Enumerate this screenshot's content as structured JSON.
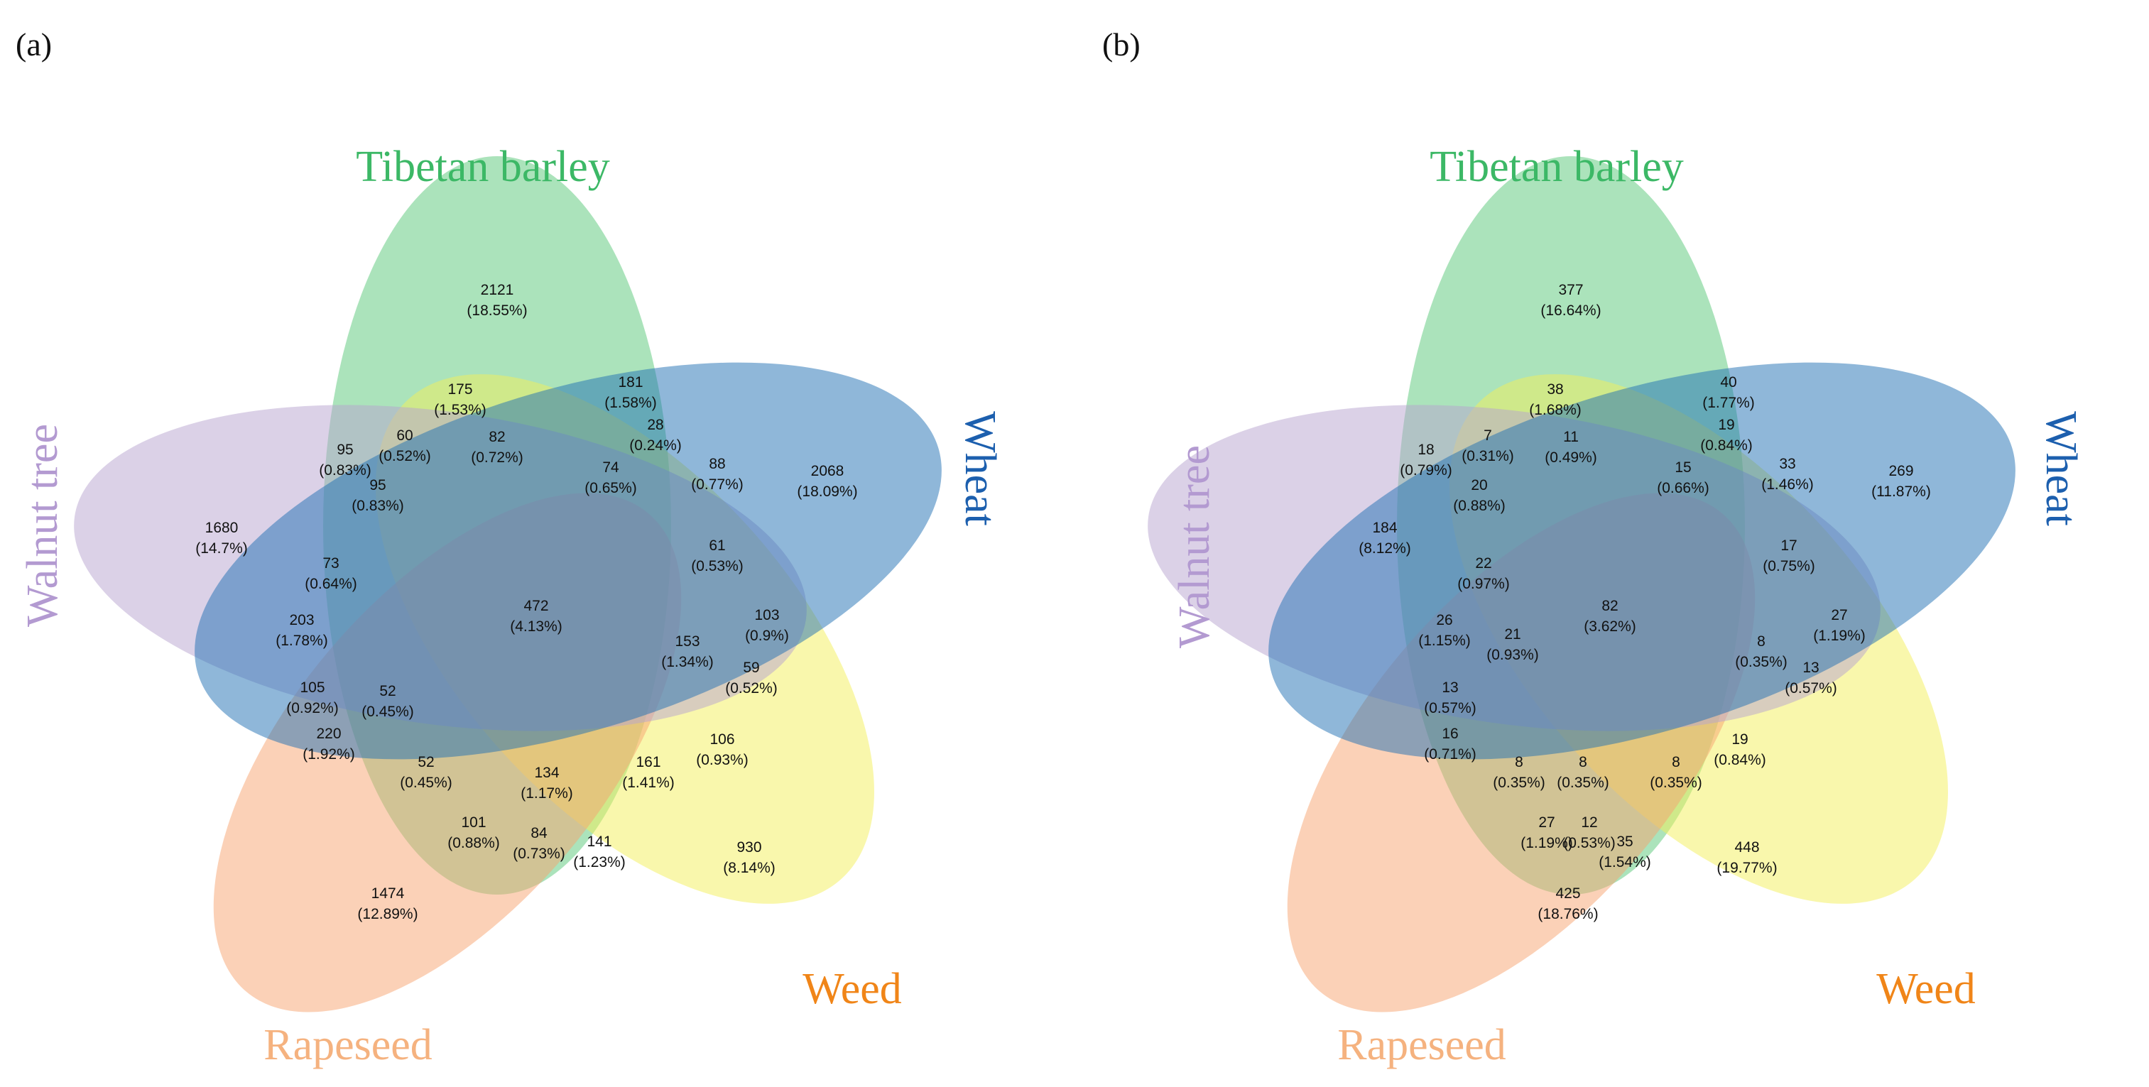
{
  "colors": {
    "walnut_tree": "#b8a3cf",
    "tibetan_barley": "#58c878",
    "wheat": "#1f6fb4",
    "weed": "#f3f05a",
    "rapeseed": "#f7a470",
    "label_walnut_tree": "#b39ad1",
    "label_tibetan_barley": "#3cb866",
    "label_wheat": "#1c5fae",
    "label_weed": "#f08518",
    "label_rapeseed": "#f5b27f"
  },
  "sets": {
    "walnut_tree": "Walnut tree",
    "tibetan_barley": "Tibetan barley",
    "wheat": "Wheat",
    "weed": "Weed",
    "rapeseed": "Rapeseed"
  },
  "panels": [
    {
      "label": "(a)",
      "regions": [
        {
          "id": "TB",
          "count": "2121",
          "percent": "(18.55%)"
        },
        {
          "id": "TB-WE",
          "count": "175",
          "percent": "(1.53%)"
        },
        {
          "id": "TB-WH",
          "count": "181",
          "percent": "(1.58%)"
        },
        {
          "id": "TB-WT",
          "count": "95",
          "percent": "(0.83%)"
        },
        {
          "id": "TB-WT-WE",
          "count": "60",
          "percent": "(0.52%)"
        },
        {
          "id": "TB-WE-WH",
          "count": "82",
          "percent": "(0.72%)"
        },
        {
          "id": "TB-WH-RA",
          "count": "28",
          "percent": "(0.24%)"
        },
        {
          "id": "TB-WE-WH-RA",
          "count": "74",
          "percent": "(0.65%)"
        },
        {
          "id": "WH-RA",
          "count": "88",
          "percent": "(0.77%)"
        },
        {
          "id": "WH",
          "count": "2068",
          "percent": "(18.09%)"
        },
        {
          "id": "WT",
          "count": "1680",
          "percent": "(14.7%)"
        },
        {
          "id": "WT-TB-WE-WH",
          "count": "95",
          "percent": "(0.83%)"
        },
        {
          "id": "WT-TB-WH",
          "count": "73",
          "percent": "(0.64%)"
        },
        {
          "id": "ALL",
          "count": "472",
          "percent": "(4.13%)"
        },
        {
          "id": "WE-WH-RA",
          "count": "61",
          "percent": "(0.53%)"
        },
        {
          "id": "WH-WE",
          "count": "103",
          "percent": "(0.9%)"
        },
        {
          "id": "WE-WH-RA-WT",
          "count": "153",
          "percent": "(1.34%)"
        },
        {
          "id": "WH-WE-RA",
          "count": "59",
          "percent": "(0.52%)"
        },
        {
          "id": "WT-WH",
          "count": "203",
          "percent": "(1.78%)"
        },
        {
          "id": "WT-WH-RA",
          "count": "105",
          "percent": "(0.92%)"
        },
        {
          "id": "WT-WH-RA-TB",
          "count": "52",
          "percent": "(0.45%)"
        },
        {
          "id": "WT-RA",
          "count": "220",
          "percent": "(1.92%)"
        },
        {
          "id": "WT-RA-TB",
          "count": "52",
          "percent": "(0.45%)"
        },
        {
          "id": "RA-WE-TB",
          "count": "134",
          "percent": "(1.17%)"
        },
        {
          "id": "RA-WE-WH",
          "count": "161",
          "percent": "(1.41%)"
        },
        {
          "id": "WE-RA",
          "count": "106",
          "percent": "(0.93%)"
        },
        {
          "id": "RA-TB",
          "count": "101",
          "percent": "(0.88%)"
        },
        {
          "id": "RA-WE-TB2",
          "count": "84",
          "percent": "(0.73%)"
        },
        {
          "id": "RA-WE",
          "count": "141",
          "percent": "(1.23%)"
        },
        {
          "id": "WE",
          "count": "930",
          "percent": "(8.14%)"
        },
        {
          "id": "RA",
          "count": "1474",
          "percent": "(12.89%)"
        }
      ]
    },
    {
      "label": "(b)",
      "regions": [
        {
          "id": "TB",
          "count": "377",
          "percent": "(16.64%)"
        },
        {
          "id": "TB-WE",
          "count": "38",
          "percent": "(1.68%)"
        },
        {
          "id": "TB-WH",
          "count": "40",
          "percent": "(1.77%)"
        },
        {
          "id": "TB-WT",
          "count": "18",
          "percent": "(0.79%)"
        },
        {
          "id": "TB-WT-WE",
          "count": "7",
          "percent": "(0.31%)"
        },
        {
          "id": "TB-WE-WH",
          "count": "11",
          "percent": "(0.49%)"
        },
        {
          "id": "TB-WH-RA",
          "count": "19",
          "percent": "(0.84%)"
        },
        {
          "id": "TB-WE-WH-RA",
          "count": "15",
          "percent": "(0.66%)"
        },
        {
          "id": "WH-RA",
          "count": "33",
          "percent": "(1.46%)"
        },
        {
          "id": "WH",
          "count": "269",
          "percent": "(11.87%)"
        },
        {
          "id": "WT",
          "count": "184",
          "percent": "(8.12%)"
        },
        {
          "id": "WT-TB-WE-WH",
          "count": "20",
          "percent": "(0.88%)"
        },
        {
          "id": "WT-TB-WH",
          "count": "22",
          "percent": "(0.97%)"
        },
        {
          "id": "ALL",
          "count": "82",
          "percent": "(3.62%)"
        },
        {
          "id": "WE-WH-RA",
          "count": "17",
          "percent": "(0.75%)"
        },
        {
          "id": "WH-WE",
          "count": "27",
          "percent": "(1.19%)"
        },
        {
          "id": "WE-WH-RA-WT",
          "count": "8",
          "percent": "(0.35%)"
        },
        {
          "id": "WH-WE-RA",
          "count": "13",
          "percent": "(0.57%)"
        },
        {
          "id": "WT-WH",
          "count": "26",
          "percent": "(1.15%)"
        },
        {
          "id": "WT-WH-RA",
          "count": "13",
          "percent": "(0.57%)"
        },
        {
          "id": "WT-WH-RA-TB",
          "count": "21",
          "percent": "(0.93%)"
        },
        {
          "id": "WT-RA",
          "count": "16",
          "percent": "(0.71%)"
        },
        {
          "id": "WT-RA-TB",
          "count": "8",
          "percent": "(0.35%)"
        },
        {
          "id": "RA-WE-TB",
          "count": "8",
          "percent": "(0.35%)"
        },
        {
          "id": "RA-WE-WH",
          "count": "8",
          "percent": "(0.35%)"
        },
        {
          "id": "WE-RA",
          "count": "19",
          "percent": "(0.84%)"
        },
        {
          "id": "RA-TB",
          "count": "27",
          "percent": "(1.19%)"
        },
        {
          "id": "RA-WE-TB2",
          "count": "12",
          "percent": "(0.53%)"
        },
        {
          "id": "RA-WE",
          "count": "35",
          "percent": "(1.54%)"
        },
        {
          "id": "WE",
          "count": "448",
          "percent": "(19.77%)"
        },
        {
          "id": "RA",
          "count": "425",
          "percent": "(18.76%)"
        }
      ]
    }
  ]
}
